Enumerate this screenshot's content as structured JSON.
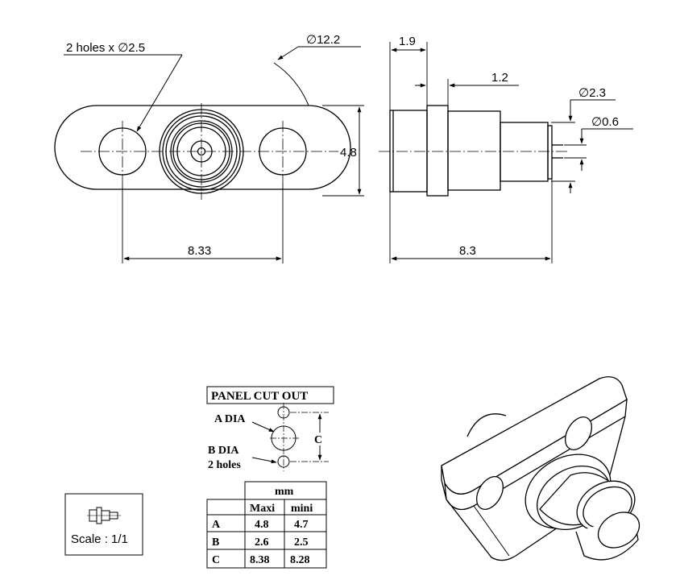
{
  "dimensions": {
    "holes": "2 holes x ∅2.5",
    "flange_dia": "∅12.2",
    "offset": "1.9",
    "collar": "1.2",
    "outer_dia": "∅2.3",
    "pin_dia": "∅0.6",
    "height": "4.8",
    "hole_spacing": "8.33",
    "length": "8.3"
  },
  "panel_cut_out": {
    "title": "PANEL CUT OUT",
    "a_label": "A DIA",
    "b_label_1": "B DIA",
    "b_label_2": "2 holes",
    "c_label": "C"
  },
  "table": {
    "unit": "mm",
    "columns": [
      "Maxi",
      "mini"
    ],
    "rows": [
      {
        "label": "A",
        "maxi": "4.8",
        "mini": "4.7"
      },
      {
        "label": "B",
        "maxi": "2.6",
        "mini": "2.5"
      },
      {
        "label": "C",
        "maxi": "8.38",
        "mini": "8.28"
      }
    ]
  },
  "scale_box": {
    "icon": "connector-side-icon",
    "label": "Scale : 1/1"
  }
}
